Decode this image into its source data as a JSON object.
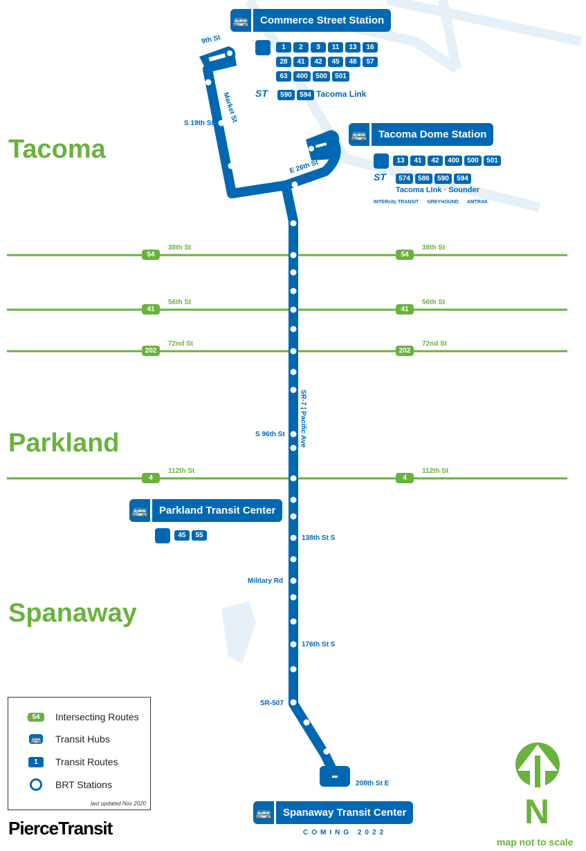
{
  "colors": {
    "brt_blue": "#0068b3",
    "intersect_green": "#6ab23e"
  },
  "cities": [
    "Tacoma",
    "Parkland",
    "Spanaway"
  ],
  "hubs": {
    "commerce": {
      "name": "Commerce Street Station",
      "icon": "bus-icon",
      "pt_routes": [
        "1",
        "2",
        "3",
        "11",
        "13",
        "16",
        "28",
        "41",
        "42",
        "45",
        "48",
        "57",
        "63",
        "400",
        "500",
        "501"
      ],
      "st_routes": [
        "590",
        "594"
      ],
      "st_text": "Tacoma Link"
    },
    "dome": {
      "name": "Tacoma Dome Station",
      "icon": "bus-icon",
      "pt_routes": [
        "13",
        "41",
        "42",
        "400",
        "500",
        "501"
      ],
      "st_routes": [
        "574",
        "586",
        "590",
        "594"
      ],
      "st_text": "Tacoma LInk · Sounder",
      "other_carriers": [
        "INTERcity TRANSIT",
        "GREYHOUND",
        "AMTRAK"
      ]
    },
    "parkland": {
      "name": "Parkland Transit Center",
      "icon": "bus-icon",
      "pt_routes": [
        "45",
        "55"
      ]
    },
    "spanaway": {
      "name": "Spanaway Transit Center",
      "icon": "bus-icon",
      "note": "COMING 2022"
    }
  },
  "street_labels": {
    "ninth": "9th St",
    "market": "Market St",
    "s19": "S 19th St",
    "e26": "E 26th St",
    "sr7": "SR-7 | Pacific Ave",
    "s96": "S 96th St",
    "s138": "138th St S",
    "military": "Military Rd",
    "s176": "176th St S",
    "sr507": "SR-507",
    "s208": "208th St E"
  },
  "intersecting_routes": [
    {
      "route": "54",
      "street": "38th St"
    },
    {
      "route": "41",
      "street": "56th St"
    },
    {
      "route": "202",
      "street": "72nd St"
    },
    {
      "route": "4",
      "street": "112th St"
    }
  ],
  "legend": {
    "items": [
      {
        "symbol": "54",
        "label": "Intersecting Routes"
      },
      {
        "label": "Transit Hubs"
      },
      {
        "symbol": "1",
        "label": "Transit Routes"
      },
      {
        "label": "BRT Stations"
      }
    ],
    "updated": "last updated Nov 2020"
  },
  "logo": "PierceTransit",
  "north": {
    "letter": "N",
    "note": "map not to scale"
  }
}
